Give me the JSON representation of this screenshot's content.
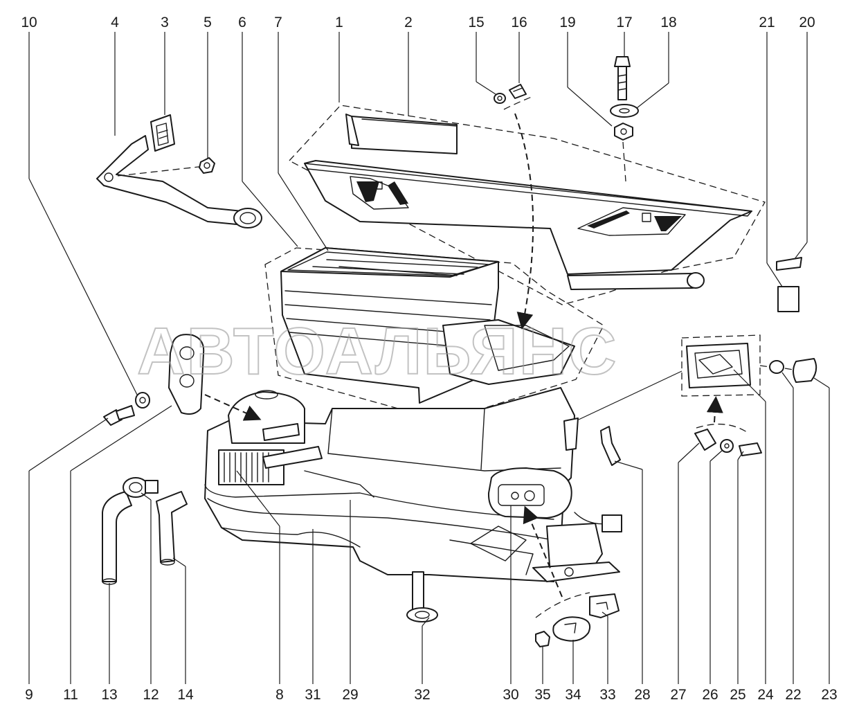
{
  "watermark": "АВТОАЛЬЯНС",
  "labels_top": [
    "10",
    "4",
    "3",
    "5",
    "6",
    "7",
    "1",
    "2",
    "15",
    "16",
    "19",
    "17",
    "18",
    "21",
    "20"
  ],
  "labels_bottom": [
    "9",
    "11",
    "13",
    "12",
    "14",
    "8",
    "31",
    "29",
    "32",
    "30",
    "35",
    "34",
    "33",
    "28",
    "27",
    "26",
    "25",
    "24",
    "22",
    "23"
  ]
}
